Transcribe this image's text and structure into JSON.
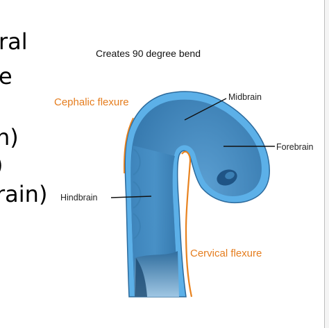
{
  "slide": {
    "cut_text_lines": [
      "ral",
      "e",
      "n)",
      ")",
      "rain)"
    ]
  },
  "diagram": {
    "caption": "Creates 90 degree bend",
    "labels": {
      "cephalic": "Cephalic flexure",
      "cervical": "Cervical flexure",
      "midbrain": "Midbrain",
      "forebrain": "Forebrain",
      "hindbrain": "Hindbrain"
    },
    "colors": {
      "tube_outer": "#5aaee6",
      "tube_inner": "#3479ad",
      "tube_dark": "#1b4a72",
      "flexure_line": "#e8821e",
      "label_orange": "#e57d1e"
    }
  }
}
